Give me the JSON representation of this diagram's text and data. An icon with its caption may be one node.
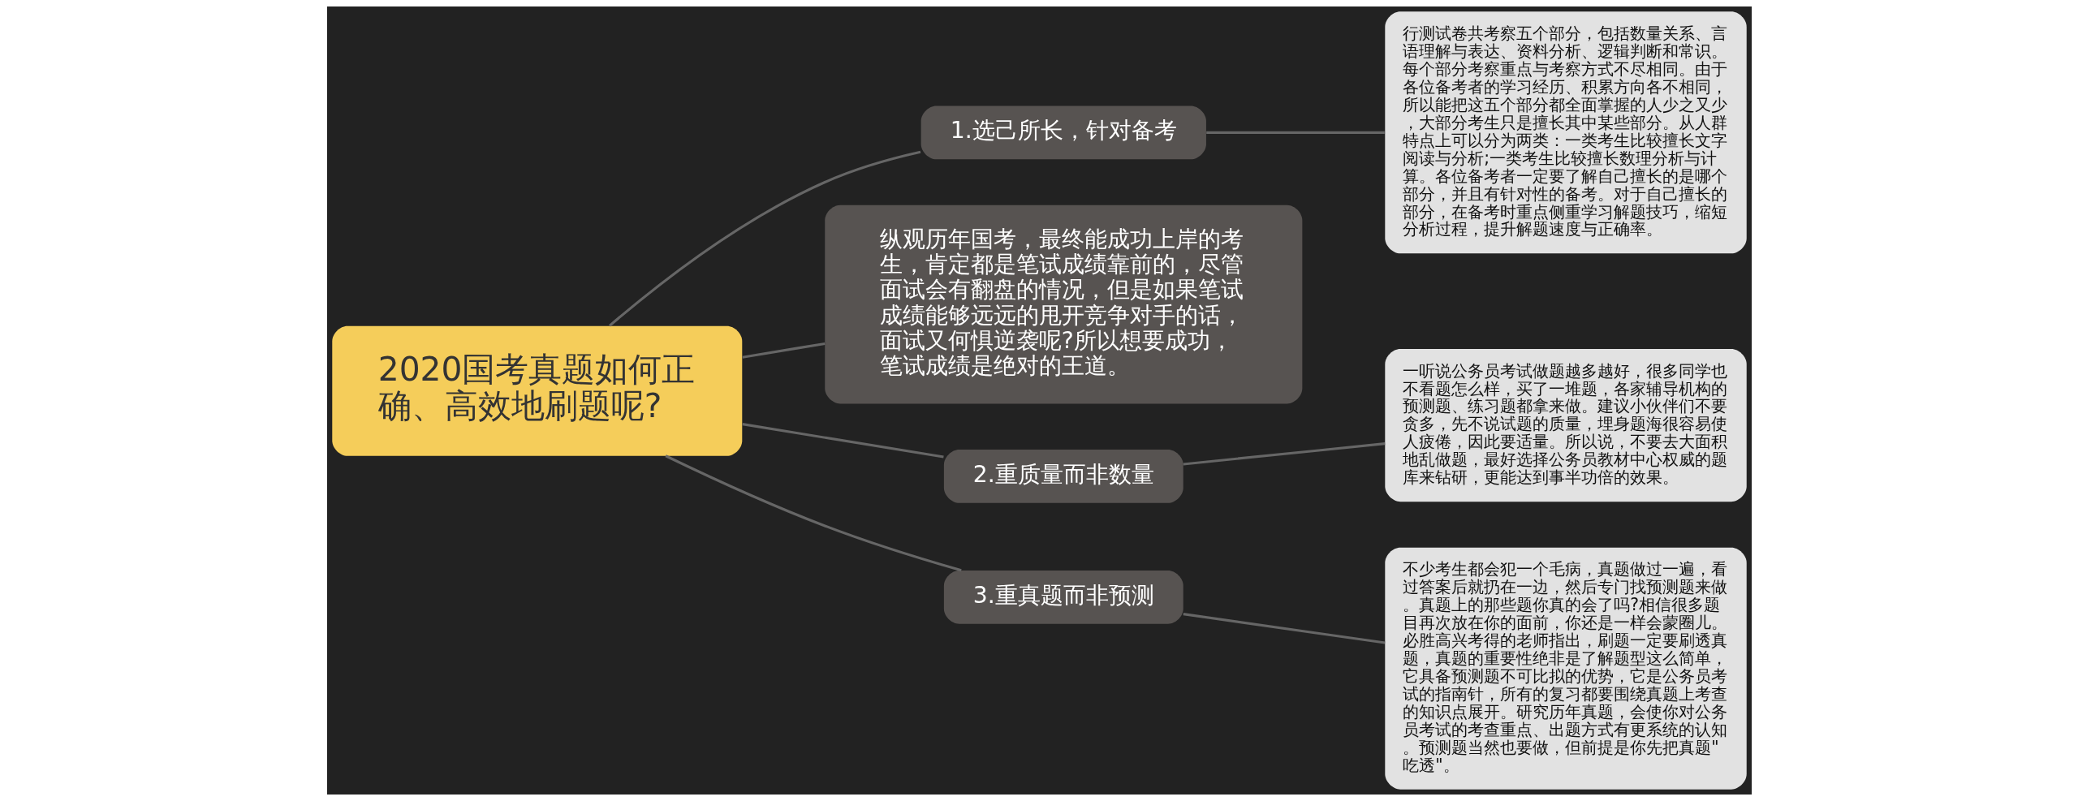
{
  "diagram": {
    "nodes": [
      {
        "text": [
          "2020国考真题如何正确、高效地刷题呢?"
        ]
      },
      {
        "text": [
          "1.选己所长，针对备考"
        ]
      },
      {
        "text": [
          "行测试卷共考察五个部分，包括数量关系、言语理解与表达、资料分析、逻辑判断和常识。每个部分考察重点与考察方式不尽相同。由于各位备考者的学习经历、积累方向各不相同，所以能把这五个部分都全面掌握的人少之又少，大部分考生只是擅长其中某些部分。从人群特点上可以分为两类：一类考生比较擅长文字阅读与分析;一类考生比较擅长数理分析与计算。各位备考者一定要了解自己擅长的是哪个部分，并且有针对性的备考。对于自己擅长的部分，在备考时重点侧重学习解题技巧，缩短分析过程，提升解题速度与正确率。"
        ]
      },
      {
        "text": [
          "纵观历年国考，最终能成功上岸的考生，肯定都是笔试成绩靠前的，尽管面试会有翻盘的情况，但是如果笔试成绩能够远远的甩开竞争对手的话，面试又何惧逆袭呢?所以想要成功，笔试成绩是绝对的王道。"
        ]
      },
      {
        "text": [
          "2.重质量而非数量"
        ]
      },
      {
        "text": [
          "一听说公务员考试做题越多越好，很多同学也不看题怎么样，买了一堆题，各家辅导机构的预测题、练习题都拿来做。建议小伙伴们不要贪多，先不说试题的质量，埋身题海很容易使人疲倦，因此要适量。所以说，不要去大面积地乱做题，最好选择公务员教材中心权威的题库来钻研，更能达到事半功倍的效果。"
        ]
      },
      {
        "text": [
          "3.重真题而非预测"
        ]
      },
      {
        "text": [
          "不少考生都会犯一个毛病，真题做过一遍，看过答案后就扔在一边，然后专门找预测题来做。真题上的那些题你真的会了吗?相信很多题目再次放在你的面前，你还是一样会蒙圈儿。必胜高兴考得的老师指出，刷题一定要刷透真题，真题的重要性绝非是了解题型这么简单，它具备预测题不可比拟的优势，它是公务员考试的指南针，所有的复习都要围绕真题上考查的知识点展开。研究历年真题，会使你对公务员考试的考查重点、出题方式有更系统的认知。预测题当然也要做，但前提是你先把真题\"吃透\"。"
        ]
      }
    ],
    "edges": [
      {
        "from": 0,
        "to": 1,
        "arrow": "none"
      },
      {
        "from": 1,
        "to": 2,
        "arrow": "none"
      },
      {
        "from": 0,
        "to": 3,
        "arrow": "none"
      },
      {
        "from": 0,
        "to": 4,
        "arrow": "none"
      },
      {
        "from": 4,
        "to": 5,
        "arrow": "none"
      },
      {
        "from": 0,
        "to": 6,
        "arrow": "none"
      },
      {
        "from": 6,
        "to": 7,
        "arrow": "none"
      }
    ]
  }
}
